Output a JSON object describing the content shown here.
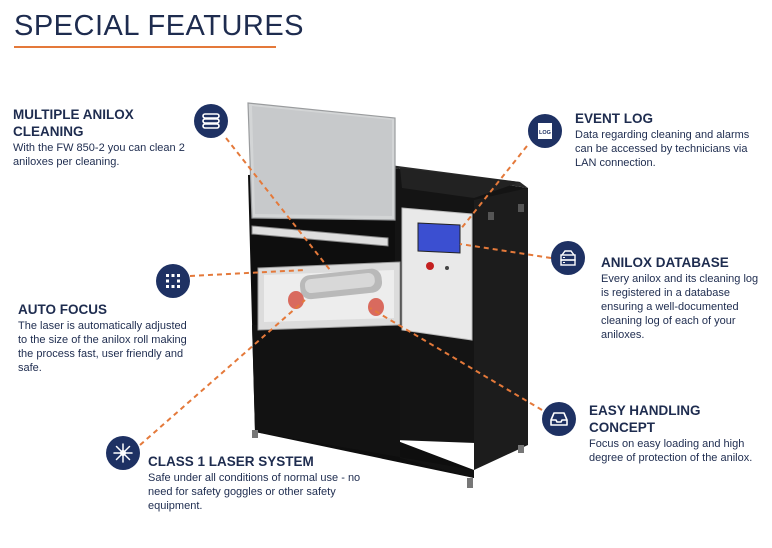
{
  "title": "SPECIAL FEATURES",
  "colors": {
    "navy": "#1e3163",
    "accent": "#e4793a"
  },
  "features": {
    "multiple_anilox": {
      "title": "MULTIPLE ANILOX CLEANING",
      "desc": "With the FW 850-2 you can clean 2 aniloxes per cleaning.",
      "icon": "stacked-rolls-icon"
    },
    "auto_focus": {
      "title": "AUTO FOCUS",
      "desc": "The laser is automatically adjusted to the size of the anilox roll making the process fast, user friendly and safe.",
      "icon": "focus-grid-icon"
    },
    "class1_laser": {
      "title": "CLASS 1 LASER SYSTEM",
      "desc": "Safe under all conditions of normal use - no need for safety goggles or other safety equipment.",
      "icon": "laser-burst-icon"
    },
    "event_log": {
      "title": "EVENT LOG",
      "desc": "Data regarding cleaning and alarms can be accessed by technicians via LAN connection.",
      "icon": "log-document-icon",
      "icon_text": "LOG"
    },
    "anilox_database": {
      "title": "ANILOX DATABASE",
      "desc": "Every anilox and its cleaning log is registered in a database ensuring a well-documented cleaning log of each of your aniloxes.",
      "icon": "server-database-icon"
    },
    "easy_handling": {
      "title": "EASY HANDLING CONCEPT",
      "desc": "Focus on easy loading and high degree of protection of the anilox.",
      "icon": "inbox-tray-icon"
    }
  }
}
